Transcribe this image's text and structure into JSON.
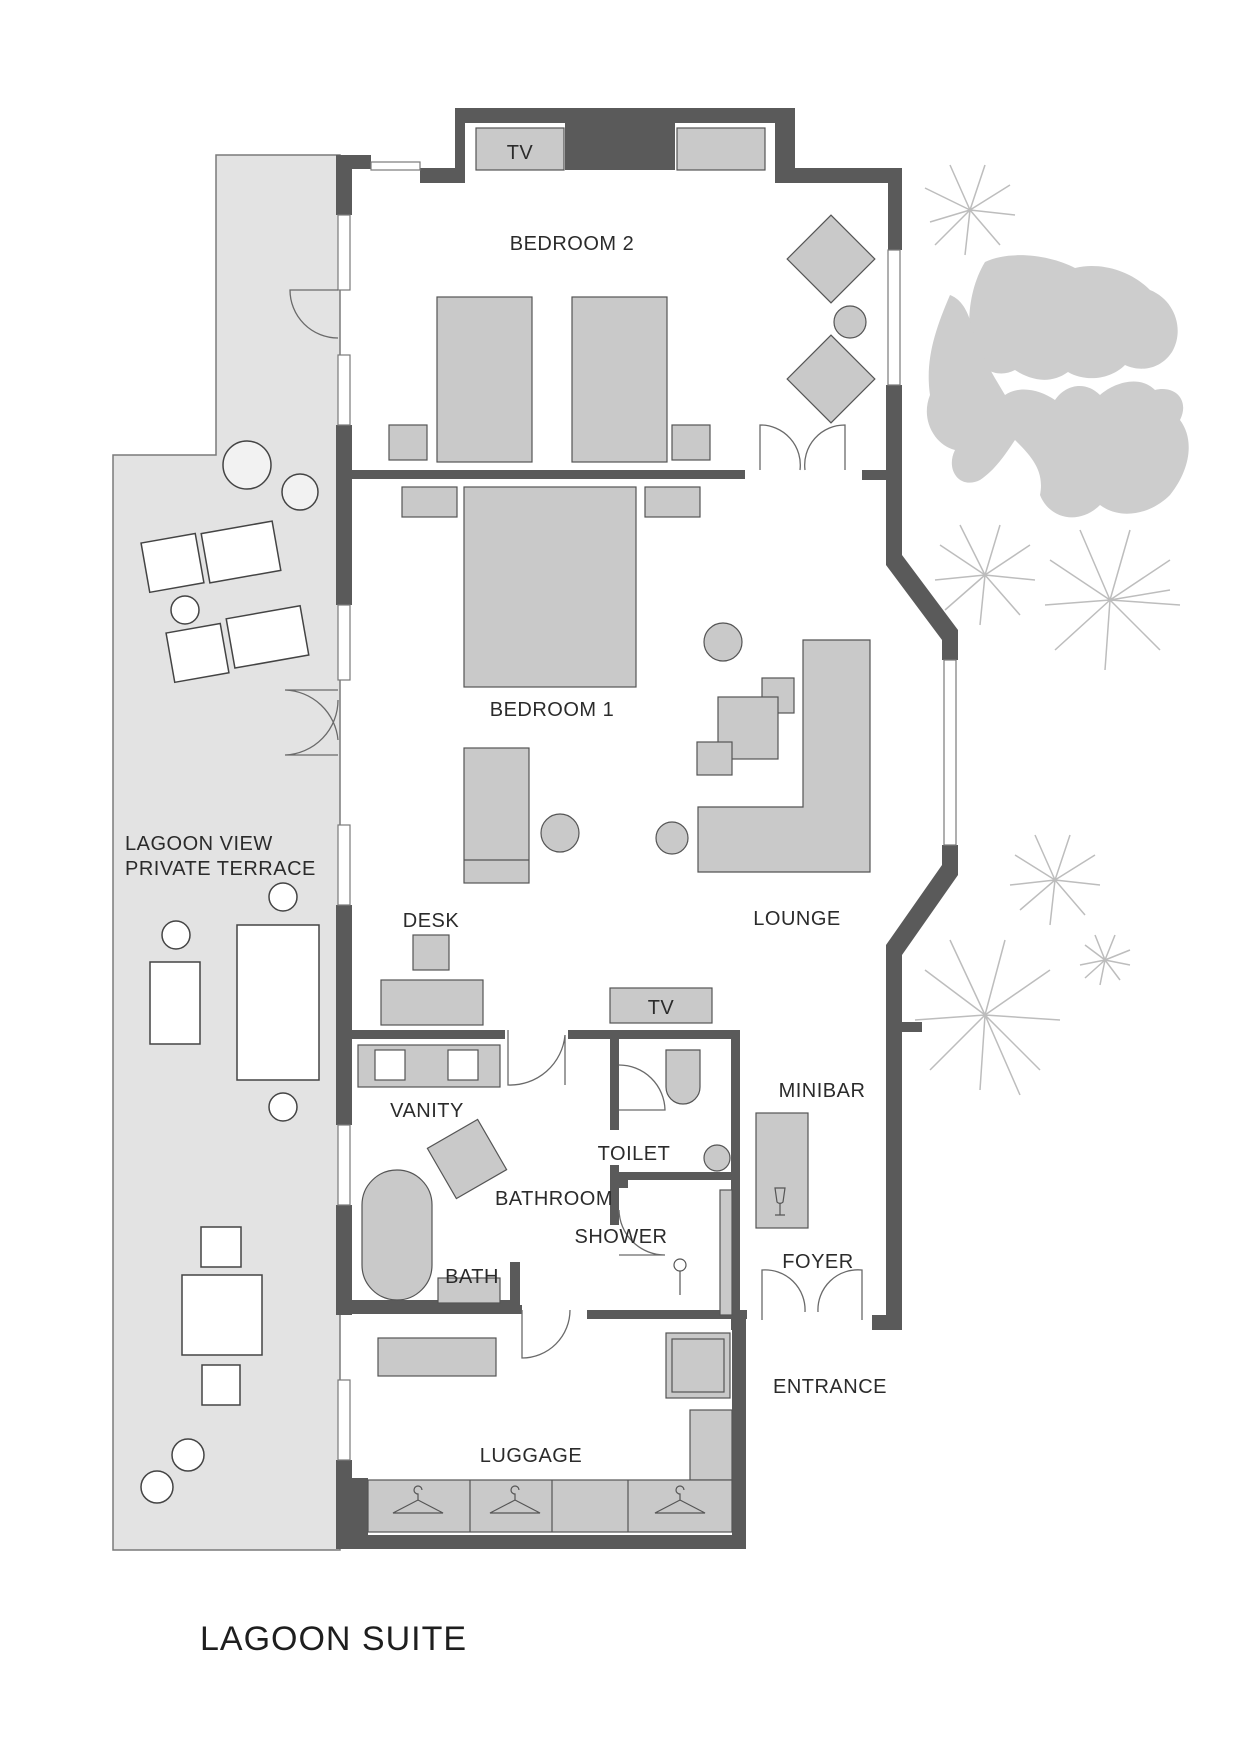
{
  "title": "LAGOON SUITE",
  "labels": {
    "bedroom2": "BEDROOM 2",
    "bedroom1": "BEDROOM 1",
    "terrace_line1": "LAGOON VIEW",
    "terrace_line2": "PRIVATE TERRACE",
    "desk": "DESK",
    "lounge": "LOUNGE",
    "vanity": "VANITY",
    "toilet": "TOILET",
    "bathroom": "BATHROOM",
    "shower": "SHOWER",
    "bath": "BATH",
    "minibar": "MINIBAR",
    "foyer": "FOYER",
    "entrance": "ENTRANCE",
    "luggage": "LUGGAGE",
    "tv_top": "TV",
    "tv_lounge": "TV"
  },
  "colors": {
    "wall": "#5a5a5a",
    "furniture": "#c9c9c9",
    "terrace": "#e3e3e3",
    "foliage": "#d0d0d0",
    "outline": "#555555"
  }
}
